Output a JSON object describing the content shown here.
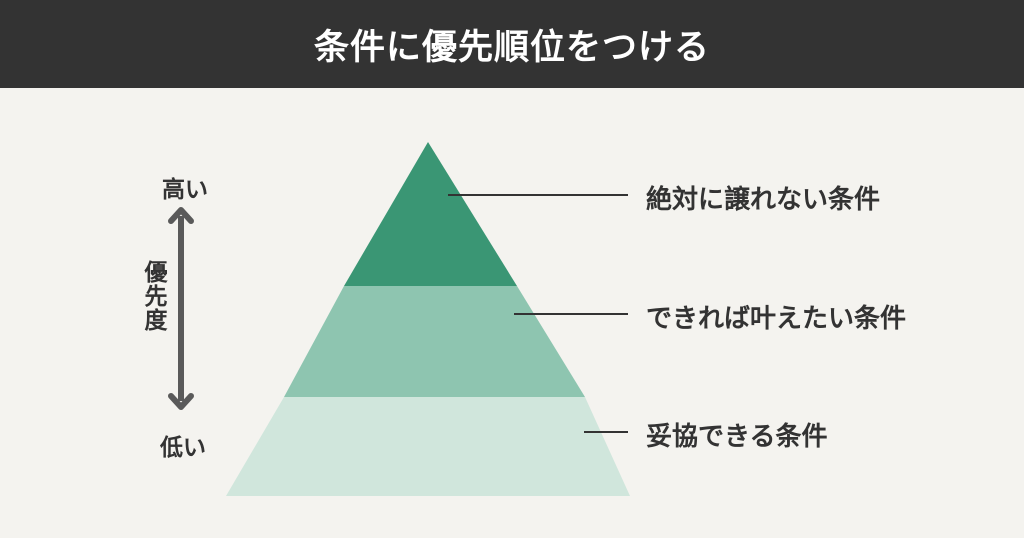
{
  "header": {
    "title": "条件に優先順位をつける"
  },
  "axis": {
    "high_label": "高い",
    "low_label": "低い",
    "title": "優先度"
  },
  "tiers": [
    {
      "label": "絶対に譲れない条件",
      "color": "#3a9674"
    },
    {
      "label": "できれば叶えたい条件",
      "color": "#8ec5b0"
    },
    {
      "label": "妥協できる条件",
      "color": "#d0e6dc"
    }
  ],
  "colors": {
    "header_bg": "#333333",
    "page_bg": "#f4f3ef",
    "arrow": "#5a5a5a",
    "text": "#333333"
  }
}
